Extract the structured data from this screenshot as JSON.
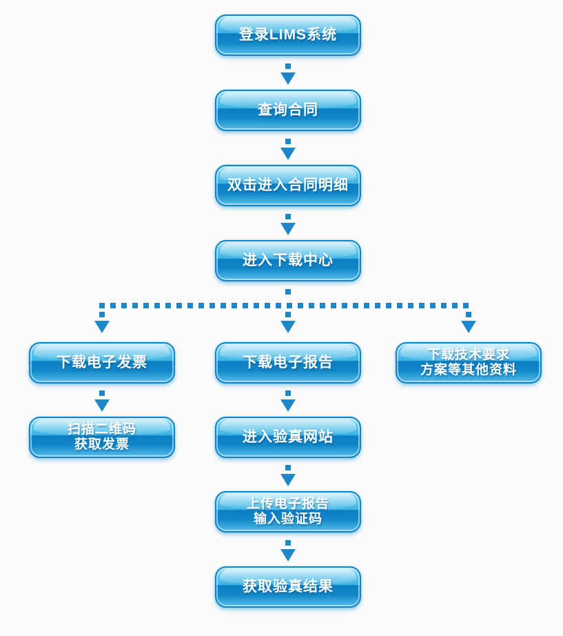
{
  "flowchart": {
    "background": "#fbfbfa",
    "colors": {
      "arrow": "#1d87c8",
      "button_border": "#0e83c6",
      "button_gradient_top": "#a6e1f7",
      "button_gradient_upper": "#3cb3e4",
      "button_gradient_lower": "#0c7ec2",
      "button_gradient_bottom": "#55bde8",
      "label_text": "#ffffff"
    },
    "nodes": [
      {
        "id": "login-lims",
        "lines": [
          "登录LIMS系统"
        ]
      },
      {
        "id": "query-contract",
        "lines": [
          "查询合同"
        ]
      },
      {
        "id": "contract-detail",
        "lines": [
          "双击进入合同明细"
        ]
      },
      {
        "id": "download-center",
        "lines": [
          "进入下载中心"
        ]
      },
      {
        "id": "download-invoice",
        "lines": [
          "下载电子发票"
        ]
      },
      {
        "id": "download-report",
        "lines": [
          "下载电子报告"
        ]
      },
      {
        "id": "download-other-docs",
        "lines": [
          "下载技术要求",
          "方案等其他资料"
        ]
      },
      {
        "id": "scan-qrcode",
        "lines": [
          "扫描二维码",
          "获取发票"
        ]
      },
      {
        "id": "verify-website",
        "lines": [
          "进入验真网站"
        ]
      },
      {
        "id": "upload-report",
        "lines": [
          "上传电子报告",
          "输入验证码"
        ]
      },
      {
        "id": "verify-result",
        "lines": [
          "获取验真结果"
        ]
      }
    ]
  }
}
